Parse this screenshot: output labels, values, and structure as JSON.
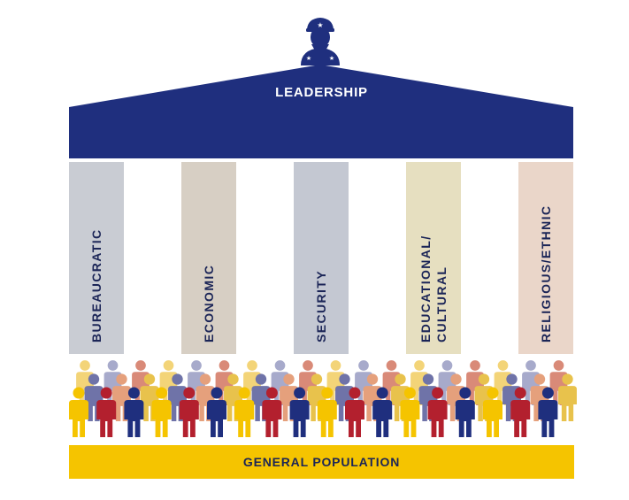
{
  "leadership": {
    "label": "LEADERSHIP",
    "roof_color": "#1f2f7e",
    "icon": "officer-icon"
  },
  "pillars": [
    {
      "label": "BUREAUCRATIC",
      "color": "#c9ccd3"
    },
    {
      "label": "ECONOMIC",
      "color": "#d7cfc4"
    },
    {
      "label": "SECURITY",
      "color": "#c4c8d2"
    },
    {
      "label": "EDUCATIONAL/\nCULTURAL",
      "color": "#e6dfc0"
    },
    {
      "label": "RELIGIOUS/ETHNIC",
      "color": "#ead6c9"
    }
  ],
  "base": {
    "label": "GENERAL POPULATION",
    "color": "#f5c400"
  },
  "population": {
    "icon": "person-icon",
    "front_colors": [
      "#f5c400",
      "#b3202e",
      "#1f2f7e"
    ],
    "middle_colors": [
      "#6f73a8",
      "#e5a07c",
      "#e8c24c"
    ],
    "back_colors": [
      "#f3d478",
      "#a7aacb",
      "#d98a78"
    ]
  }
}
